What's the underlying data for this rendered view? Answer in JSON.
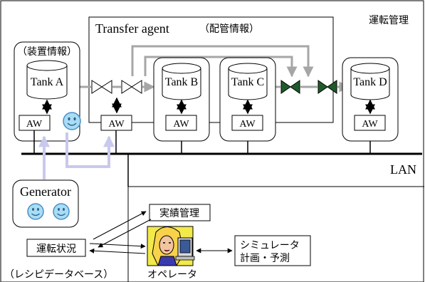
{
  "title": "運転管理",
  "transfer_agent": {
    "label": "Transfer agent",
    "sub": "（配管情報）"
  },
  "equipment_info": "（装置情報）",
  "tanks": [
    {
      "id": "a",
      "name": "Tank A",
      "agent": "AW"
    },
    {
      "id": "b",
      "name": "Tank B",
      "agent": "AW"
    },
    {
      "id": "c",
      "name": "Tank C",
      "agent": "AW"
    },
    {
      "id": "d",
      "name": "Tank D",
      "agent": "AW"
    }
  ],
  "pipe_agent": "AW",
  "network": "LAN",
  "generator": "Generator",
  "records": "実績管理",
  "status": "運転状況",
  "recipe_db": "（レシピデータベース）",
  "operator": "オペレータ",
  "simulator": {
    "line1": "シミュレータ",
    "line2": "計画・予測"
  },
  "colors": {
    "pipe": "#a6a6a6",
    "valve_open": "#ffffff",
    "valve_closed": "#1f5b2a",
    "agent_link": "#c9c9ee",
    "smiley": "#a9dcf5"
  }
}
